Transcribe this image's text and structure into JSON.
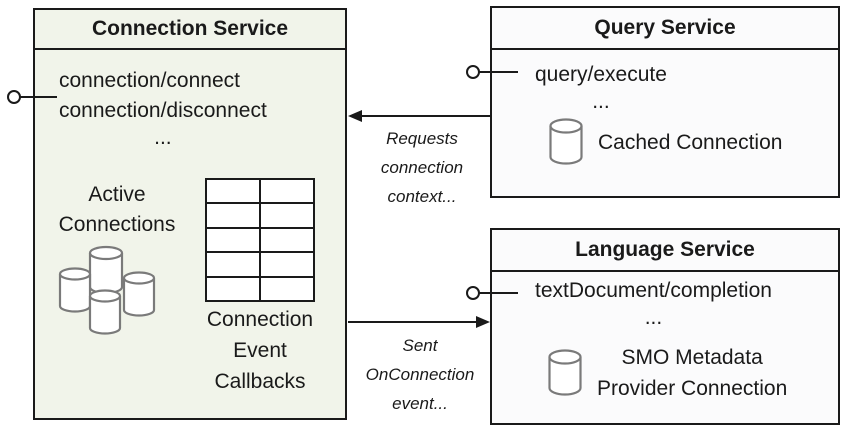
{
  "connection_service": {
    "title": "Connection Service",
    "methods": [
      "connection/connect",
      "connection/disconnect"
    ],
    "ellipsis": "...",
    "active_connections": [
      "Active",
      "Connections"
    ],
    "callbacks": [
      "Connection",
      "Event",
      "Callbacks"
    ]
  },
  "query_service": {
    "title": "Query Service",
    "method": "query/execute",
    "ellipsis": "...",
    "cached_connection": "Cached Connection"
  },
  "language_service": {
    "title": "Language Service",
    "method": "textDocument/completion",
    "ellipsis": "...",
    "smo_connection": [
      "SMO Metadata",
      "Provider Connection"
    ]
  },
  "arrows": {
    "requests_label": [
      "Requests",
      "connection",
      "context..."
    ],
    "sent_label": [
      "Sent",
      "OnConnection",
      "event..."
    ]
  },
  "icons": {
    "active_connections": "database-cluster-icon",
    "cached_connection": "database-icon",
    "smo_connection": "database-icon",
    "callbacks": "table-grid-icon",
    "interfaces": "lollipop-interface-icon"
  },
  "colors": {
    "connection_fill": "#f1f4ea",
    "service_fill": "#fbfbfc",
    "border": "#1a1a1a",
    "cylinder_stroke": "#7a7a7a"
  }
}
